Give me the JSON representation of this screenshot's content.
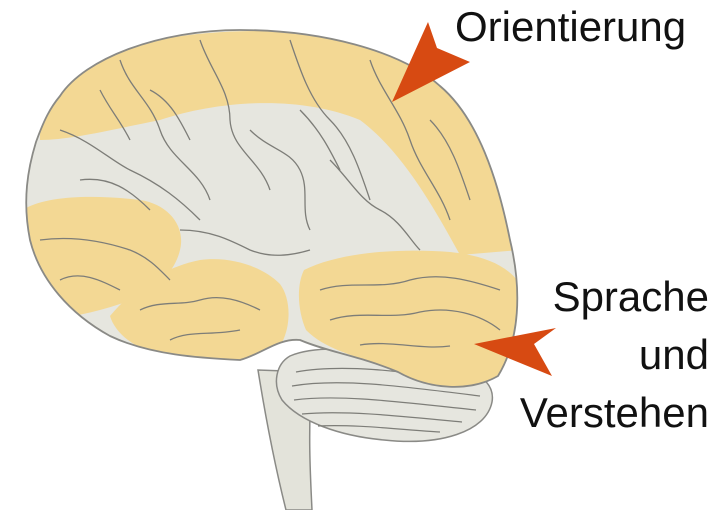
{
  "labels": {
    "orientierung": "Orientierung",
    "sprache": "Sprache",
    "und": "und",
    "verstehen": "Verstehen"
  },
  "colors": {
    "highlight": "#f3d894",
    "brain_base": "#e6e6df",
    "stem": "#e3e3da",
    "sulci": "#7d7d78",
    "outline": "#8a8a86",
    "arrow": "#d74a12",
    "text": "#111111"
  },
  "icons": {
    "arrow_top": "arrow-icon",
    "arrow_right": "arrow-icon"
  }
}
